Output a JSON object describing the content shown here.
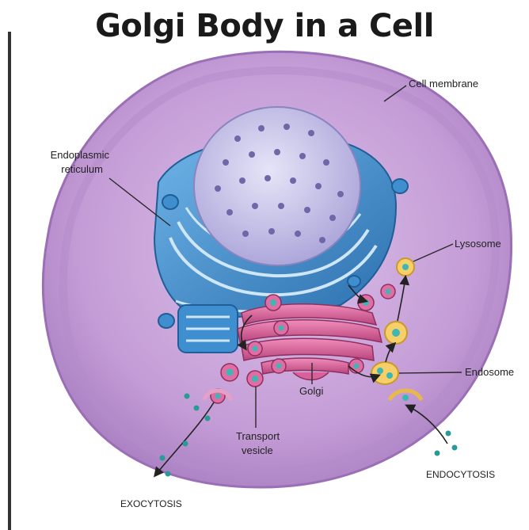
{
  "title": "Golgi Body in a Cell",
  "labels": {
    "cell_membrane": "Cell membrane",
    "er_line1": "Endoplasmic",
    "er_line2": "reticulum",
    "lysosome": "Lysosome",
    "endosome": "Endosome",
    "golgi": "Golgi",
    "transport_line1": "Transport",
    "transport_line2": "vesicle",
    "endocytosis": "ENDOCYTOSIS",
    "exocytosis": "EXOCYTOSIS"
  },
  "colors": {
    "cytoplasm": "#c49cd6",
    "cell_membrane": "#a97bc0",
    "nucleus": "#c7c3ea",
    "nucleus_pore": "#6e68a8",
    "er": "#3f8fd0",
    "golgi": "#d9609a",
    "lysosome": "#f6cf6a",
    "vesicle": "#3fb6b2"
  }
}
